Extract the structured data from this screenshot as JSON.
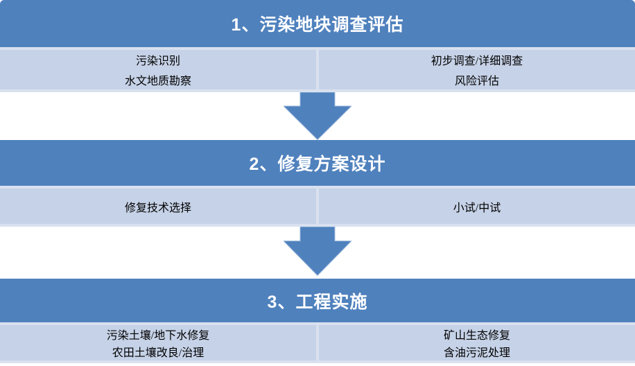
{
  "colors": {
    "header_bg": "#4F81BD",
    "cell_bg": "#C6D2E7",
    "divider": "#D9E1F0",
    "arrow_fill": "#4F81BD",
    "arrow_outline": "#9DB9DC",
    "header_text": "#FFFFFF",
    "cell_text": "#000000"
  },
  "sections": [
    {
      "title": "1、污染地块调查评估",
      "left_items": [
        "污染识别",
        "水文地质勘察"
      ],
      "right_items": [
        "初步调查/详细调查",
        "风险评估"
      ]
    },
    {
      "title": "2、修复方案设计",
      "left_items": [
        "修复技术选择"
      ],
      "right_items": [
        "小试/中试"
      ]
    },
    {
      "title": "3、工程实施",
      "left_items": [
        "污染土壤/地下水修复",
        "农田土壤改良/治理"
      ],
      "right_items": [
        "矿山生态修复",
        "含油污泥处理"
      ]
    }
  ]
}
